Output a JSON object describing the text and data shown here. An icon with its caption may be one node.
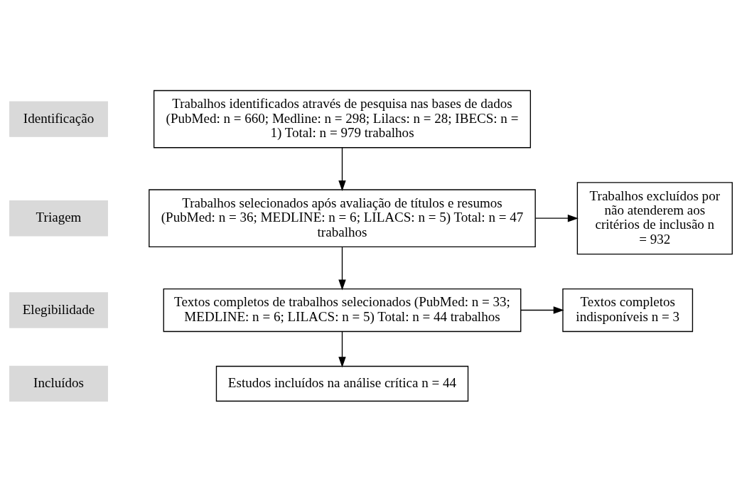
{
  "diagram": {
    "nodes": [
      {
        "text": [
          "Identificação"
        ]
      },
      {
        "text": [
          "Trabalhos identificados através de pesquisa nas bases de dados (PubMed: n = 660; Medline: n = 298; Lilacs: n = 28; IBECS: n = 1) Total: n = 979 trabalhos"
        ]
      },
      {
        "text": [
          "Triagem"
        ]
      },
      {
        "text": [
          "Trabalhos selecionados após avaliação de títulos e resumos (PubMed: n = 36; MEDLINE: n = 6; LILACS: n = 5) Total: n = 47 trabalhos"
        ]
      },
      {
        "text": [
          "Trabalhos excluídos por não atenderem aos critérios de inclusão n = 932"
        ]
      },
      {
        "text": [
          "Elegibilidade"
        ]
      },
      {
        "text": [
          "Textos completos de trabalhos selecionados (PubMed: n = 33; MEDLINE: n = 6; LILACS: n = 5) Total: n = 44 trabalhos"
        ]
      },
      {
        "text": [
          "Textos completos indisponíveis n = 3"
        ]
      },
      {
        "text": [
          "Incluídos"
        ]
      },
      {
        "text": [
          "Estudos incluídos na análise crítica n = 44"
        ]
      }
    ],
    "edges": [
      {
        "from": 1,
        "to": 3,
        "arrow": "to"
      },
      {
        "from": 3,
        "to": 4,
        "arrow": "to"
      },
      {
        "from": 3,
        "to": 6,
        "arrow": "to"
      },
      {
        "from": 6,
        "to": 7,
        "arrow": "to"
      },
      {
        "from": 6,
        "to": 9,
        "arrow": "to"
      }
    ]
  }
}
